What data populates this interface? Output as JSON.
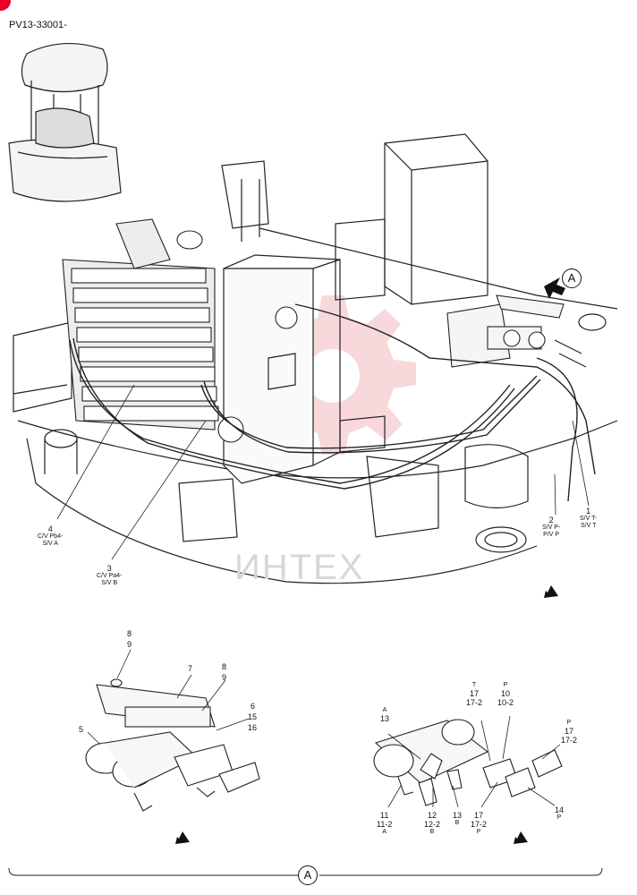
{
  "doc_code": "PV13-33001-",
  "watermark": "ИНТЕХ",
  "view_marker": "A",
  "main_callouts": [
    {
      "n": "4",
      "lines": [
        "C/V Pb4-",
        "S/V A"
      ]
    },
    {
      "n": "3",
      "lines": [
        "C/V Pa4-",
        "S/V B"
      ]
    },
    {
      "n": "2",
      "lines": [
        "S/V P-",
        "P/V P"
      ]
    },
    {
      "n": "1",
      "lines": [
        "S/V T-",
        "S/V T"
      ]
    }
  ],
  "left_detail_callouts": [
    "8",
    "9",
    "7",
    "8",
    "9",
    "6",
    "15",
    "16",
    "5"
  ],
  "right_detail_callouts": {
    "top": [
      [
        "A",
        "13"
      ],
      [
        "T",
        "17",
        "17-2"
      ],
      [
        "P",
        "10",
        "10-2"
      ],
      [
        "P",
        "17",
        "17-2"
      ]
    ],
    "bottom": [
      [
        "11",
        "11-2",
        "A"
      ],
      [
        "12",
        "12-2",
        "B"
      ],
      [
        "13",
        "B"
      ],
      [
        "17",
        "17-2",
        "P"
      ],
      [
        "14",
        "P"
      ]
    ]
  },
  "colors": {
    "line": "#222222",
    "watermark_gear": "#f3b9bd",
    "corner_mark": "#e8002a"
  }
}
